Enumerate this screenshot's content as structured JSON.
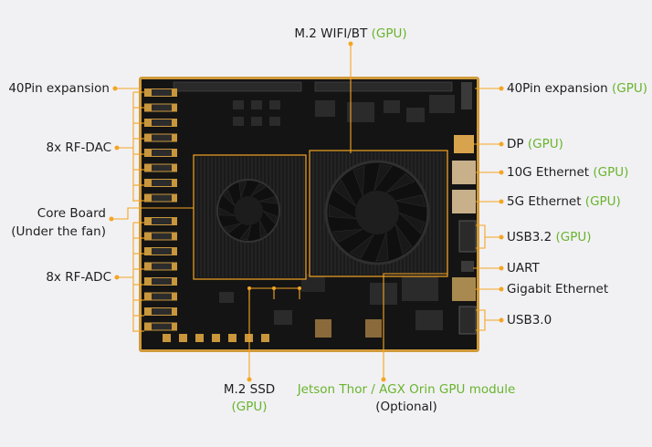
{
  "colors": {
    "accent": "#f5a524",
    "green": "#69b42e",
    "text": "#1e1e1e",
    "board": "#141414"
  },
  "labels": {
    "top_wifi": {
      "text": "M.2 WIFI/BT",
      "tag": "(GPU)"
    },
    "left_40pin": "40Pin expansion",
    "left_rfdac": "8x RF-DAC",
    "left_core_1": "Core Board",
    "left_core_2": "(Under the fan)",
    "left_rfadc": "8x RF-ADC",
    "right_40pin": {
      "text": "40Pin expansion",
      "tag": "(GPU)"
    },
    "right_dp": {
      "text": "DP",
      "tag": "(GPU)"
    },
    "right_10g": {
      "text": "10G Ethernet",
      "tag": "(GPU)"
    },
    "right_5g": {
      "text": "5G Ethernet",
      "tag": "(GPU)"
    },
    "right_usb32": {
      "text": "USB3.2",
      "tag": "(GPU)"
    },
    "right_uart": "UART",
    "right_gbe": "Gigabit Ethernet",
    "right_usb30": "USB3.0",
    "bottom_ssd_1": "M.2 SSD",
    "bottom_ssd_2": "(GPU)",
    "bottom_jetson_1": "Jetson Thor / AGX Orin GPU module",
    "bottom_jetson_2": "(Optional)"
  }
}
